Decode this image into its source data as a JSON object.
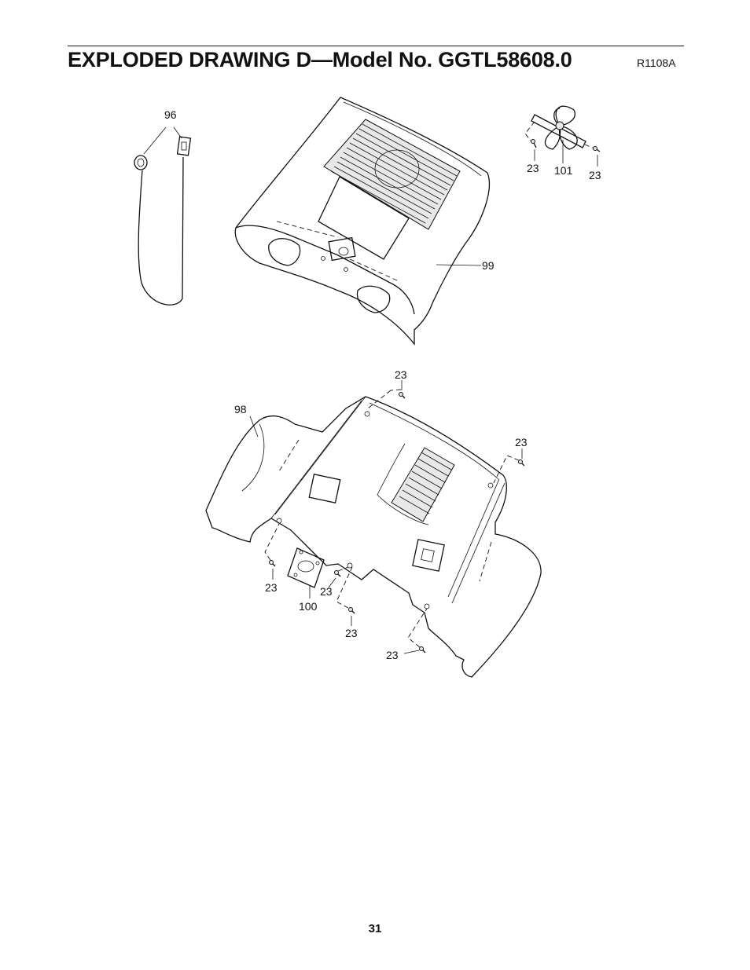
{
  "header": {
    "title": "EXPLODED DRAWING D—Model No. GGTL58608.0",
    "drawing_code": "R1108A"
  },
  "callouts": {
    "c96": "96",
    "c99": "99",
    "c101": "101",
    "c98": "98",
    "c100": "100",
    "c23": "23"
  },
  "footer": {
    "page_number": "31"
  }
}
